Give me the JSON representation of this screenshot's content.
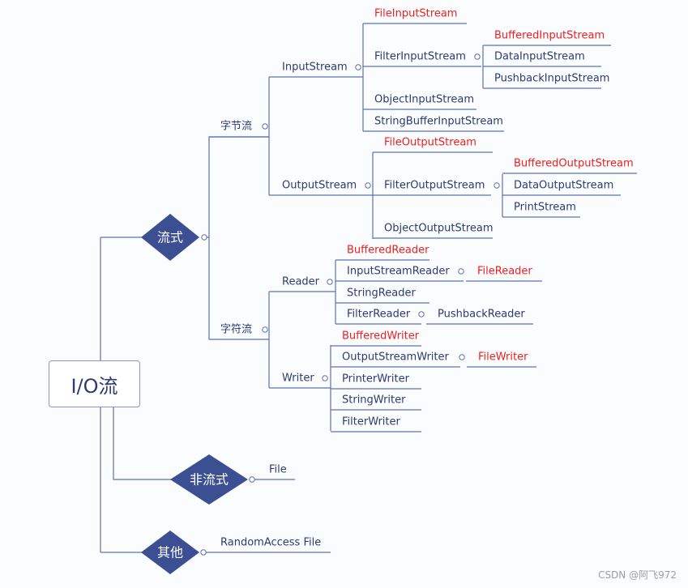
{
  "colors": {
    "line": "#5b72b3",
    "text": "#2b3b73",
    "highlight": "#f01e1e",
    "diamond": "#3d4f93"
  },
  "root": "I/O流",
  "hubs": {
    "stream": "流式",
    "non_stream": "非流式",
    "other": "其他"
  },
  "byte_stream": {
    "label": "字节流",
    "input": {
      "label": "InputStream",
      "children": [
        {
          "label": "FileInputStream",
          "highlight": true
        },
        {
          "label": "FilterInputStream",
          "highlight": false,
          "children": [
            {
              "label": "BufferedInputStream",
              "highlight": true
            },
            {
              "label": "DataInputStream",
              "highlight": false
            },
            {
              "label": "PushbackInputStream",
              "highlight": false
            }
          ]
        },
        {
          "label": "ObjectInputStream",
          "highlight": false
        },
        {
          "label": "StringBufferInputStream",
          "highlight": false
        }
      ]
    },
    "output": {
      "label": "OutputStream",
      "children": [
        {
          "label": "FileOutputStream",
          "highlight": true
        },
        {
          "label": "FilterOutputStream",
          "highlight": false,
          "children": [
            {
              "label": "BufferedOutputStream",
              "highlight": true
            },
            {
              "label": "DataOutputStream",
              "highlight": false
            },
            {
              "label": "PrintStream",
              "highlight": false
            }
          ]
        },
        {
          "label": "ObjectOutputStream",
          "highlight": false
        }
      ]
    }
  },
  "char_stream": {
    "label": "字符流",
    "reader": {
      "label": "Reader",
      "children": [
        {
          "label": "BufferedReader",
          "highlight": true
        },
        {
          "label": "InputStreamReader",
          "highlight": false,
          "child": {
            "label": "FileReader",
            "highlight": true
          }
        },
        {
          "label": "StringReader",
          "highlight": false
        },
        {
          "label": "FilterReader",
          "highlight": false,
          "child": {
            "label": "PushbackReader",
            "highlight": false
          }
        }
      ]
    },
    "writer": {
      "label": "Writer",
      "children": [
        {
          "label": "BufferedWriter",
          "highlight": true
        },
        {
          "label": "OutputStreamWriter",
          "highlight": false,
          "child": {
            "label": "FileWriter",
            "highlight": true
          }
        },
        {
          "label": "PrinterWriter",
          "highlight": false
        },
        {
          "label": "StringWriter",
          "highlight": false
        },
        {
          "label": "FilterWriter",
          "highlight": false
        }
      ]
    }
  },
  "non_stream_leaf": "File",
  "other_leaf": "RandomAccess File",
  "watermark": "CSDN @阿飞972"
}
